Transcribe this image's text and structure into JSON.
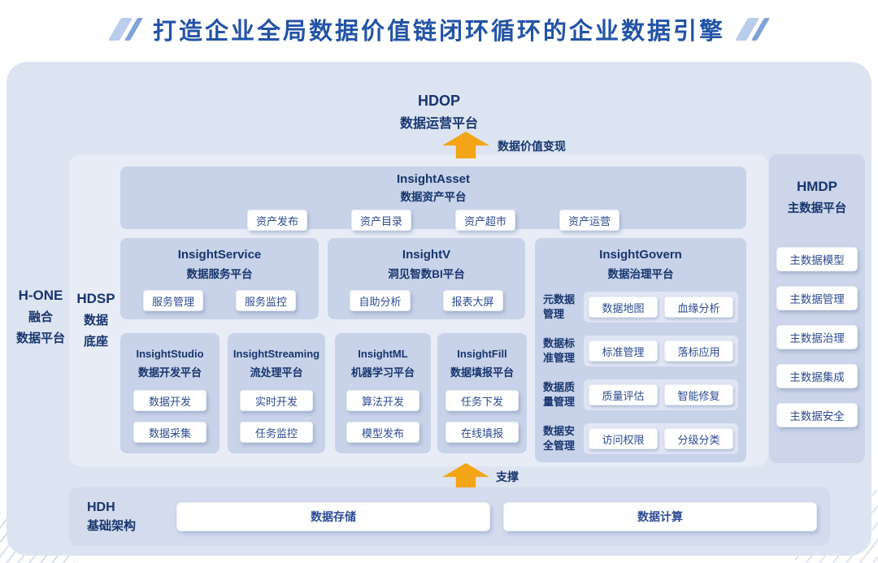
{
  "title": "打造企业全局数据价值链闭环循环的企业数据引擎",
  "arrows": {
    "top_label": "数据价值变现",
    "bottom_label": "支撑"
  },
  "hdop": {
    "code": "HDOP",
    "name": "数据运营平台"
  },
  "hone": {
    "code": "H-ONE",
    "lines": [
      "融合",
      "数据平台"
    ]
  },
  "hdsp": {
    "code": "HDSP",
    "lines": [
      "数据",
      "底座"
    ]
  },
  "asset": {
    "code": "InsightAsset",
    "name": "数据资产平台",
    "buttons": [
      "资产发布",
      "资产目录",
      "资产超市",
      "资产运营"
    ]
  },
  "service": {
    "code": "InsightService",
    "name": "数据服务平台",
    "buttons": [
      "服务管理",
      "服务监控"
    ]
  },
  "insightv": {
    "code": "InsightV",
    "name": "洞见智数BI平台",
    "buttons": [
      "自助分析",
      "报表大屏"
    ]
  },
  "govern": {
    "code": "InsightGovern",
    "name": "数据治理平台",
    "rows": [
      {
        "label": "元数据管理",
        "buttons": [
          "数据地图",
          "血缘分析"
        ]
      },
      {
        "label": "数据标准管理",
        "buttons": [
          "标准管理",
          "落标应用"
        ]
      },
      {
        "label": "数据质量管理",
        "buttons": [
          "质量评估",
          "智能修复"
        ]
      },
      {
        "label": "数据安全管理",
        "buttons": [
          "访问权限",
          "分级分类"
        ]
      }
    ]
  },
  "studio": {
    "code": "InsightStudio",
    "name": "数据开发平台",
    "buttons": [
      "数据开发",
      "数据采集"
    ]
  },
  "streaming": {
    "code": "InsightStreaming",
    "name": "流处理平台",
    "buttons": [
      "实时开发",
      "任务监控"
    ]
  },
  "ml": {
    "code": "InsightML",
    "name": "机器学习平台",
    "buttons": [
      "算法开发",
      "模型发布"
    ]
  },
  "fill": {
    "code": "InsightFill",
    "name": "数据填报平台",
    "buttons": [
      "任务下发",
      "在线填报"
    ]
  },
  "hmdp": {
    "code": "HMDP",
    "name": "主数据平台",
    "buttons": [
      "主数据模型",
      "主数据管理",
      "主数据治理",
      "主数据集成",
      "主数据安全"
    ]
  },
  "hdh": {
    "code": "HDH",
    "name": "基础架构",
    "buttons": [
      "数据存储",
      "数据计算"
    ]
  },
  "colors": {
    "title_blue": "#2254a6",
    "heading_navy": "#16356e",
    "canvas_bg": "#dde4f1",
    "panel_bg": "#c8d2e8",
    "chip_text": "#2b4b91",
    "arrow_orange": "#f4a517"
  }
}
